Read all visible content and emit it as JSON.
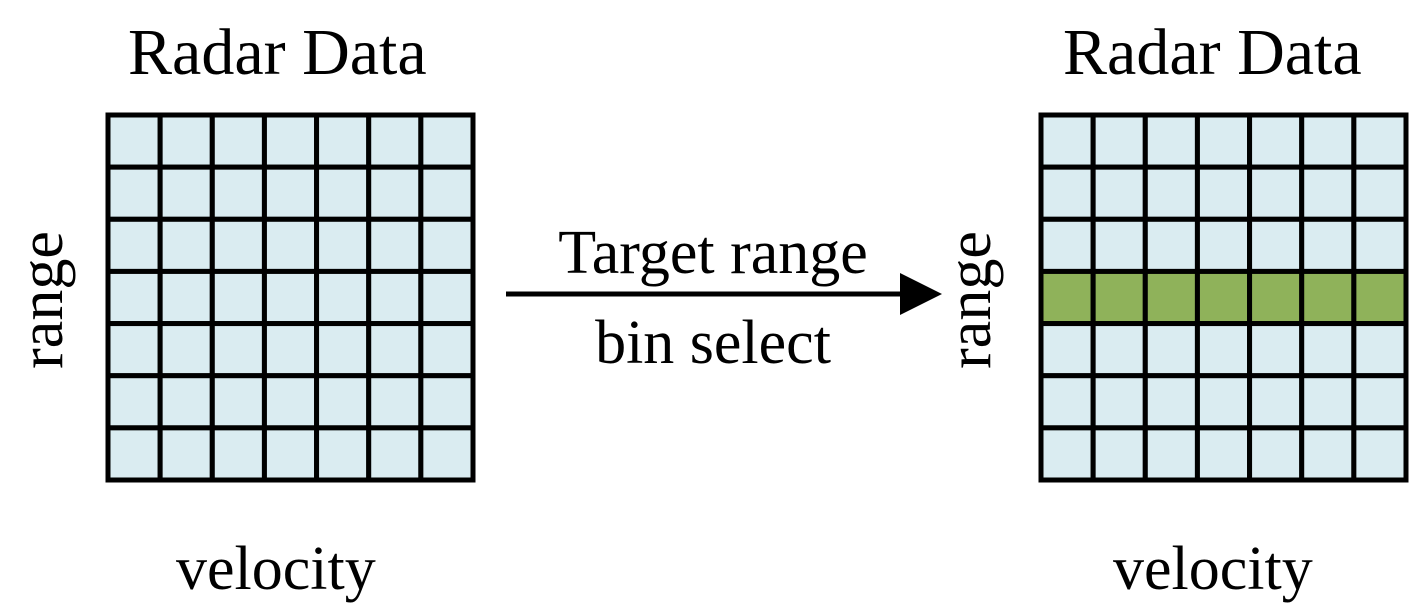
{
  "left_panel": {
    "title": "Radar Data",
    "y_label": "range",
    "x_label": "velocity",
    "rows": 7,
    "cols": 7,
    "highlighted_row": null
  },
  "right_panel": {
    "title": "Radar Data",
    "y_label": "range",
    "x_label": "velocity",
    "rows": 7,
    "cols": 7,
    "highlighted_row": 3
  },
  "arrow": {
    "line1": "Target range",
    "line2": "bin select"
  },
  "colors": {
    "cell": "#daecf1",
    "highlight": "#8fb25a",
    "grid": "#000000"
  }
}
